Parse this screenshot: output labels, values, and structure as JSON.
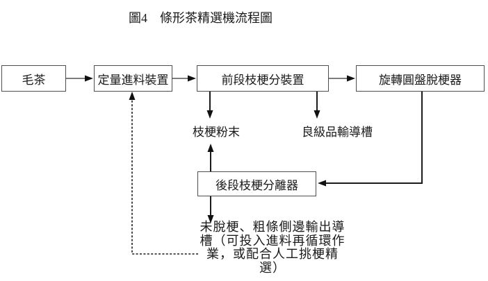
{
  "title": "圖4　條形茶精選機流程圖",
  "nodes": {
    "raw_tea": {
      "label": "毛茶"
    },
    "feeder": {
      "label": "定量進料裝置"
    },
    "front_stem_separator": {
      "label": "前段枝梗分裝置"
    },
    "rotary_disc_destemmer": {
      "label": "旋轉圓盤脫梗器"
    },
    "rear_stem_separator": {
      "label": "後段枝梗分離器"
    }
  },
  "labels": {
    "stem_powder": "枝梗粉末",
    "good_grade_chute": "良級品輸導槽"
  },
  "bottom_note": {
    "lines": [
      "未脫梗、粗條側邊輸出導",
      "槽（可投入進料再循環作",
      "業，或配合人工挑梗精",
      "選）"
    ],
    "full_text": "未脫梗、粗條側邊輸出導槽（可投入進料再循環作業，或配合人工挑梗精選）"
  },
  "edges": [
    {
      "from": "毛茶",
      "to": "定量進料裝置",
      "style": "solid"
    },
    {
      "from": "定量進料裝置",
      "to": "前段枝梗分裝置",
      "style": "solid"
    },
    {
      "from": "前段枝梗分裝置",
      "to": "旋轉圓盤脫梗器",
      "style": "solid"
    },
    {
      "from": "前段枝梗分裝置",
      "to": "枝梗粉末",
      "style": "solid"
    },
    {
      "from": "前段枝梗分裝置",
      "to": "良級品輸導槽",
      "style": "solid"
    },
    {
      "from": "旋轉圓盤脫梗器",
      "to": "後段枝梗分離器",
      "style": "solid"
    },
    {
      "from": "後段枝梗分離器",
      "to": "枝梗粉末",
      "style": "solid"
    },
    {
      "from": "後段枝梗分離器",
      "to": "未脫梗、粗條側邊輸出導槽",
      "style": "solid"
    },
    {
      "from": "未脫梗、粗條側邊輸出導槽",
      "to": "定量進料裝置",
      "style": "dashed"
    }
  ],
  "colors": {
    "background": "#ffffff",
    "text": "#1a1a1a",
    "box_border": "#4d4d4d",
    "connector_black": "#1a1a1a",
    "connector_gray": "#7d7d7d",
    "arrowhead": "#111111"
  }
}
